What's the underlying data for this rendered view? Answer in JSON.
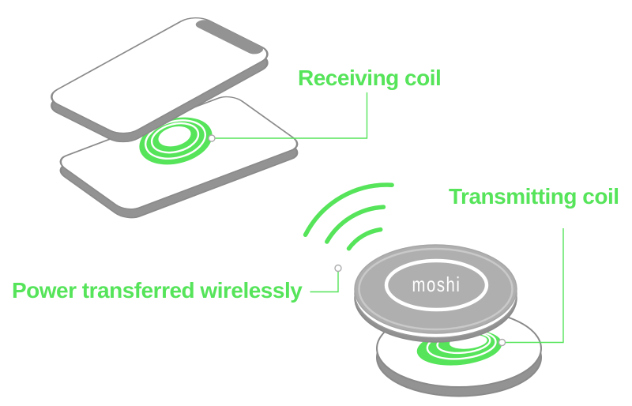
{
  "labels": {
    "receiving_coil": "Receiving coil",
    "transmitting_coil": "Transmitting coil",
    "power_transfer": "Power transferred wirelessly"
  },
  "brand": {
    "logo_text": "moshi"
  },
  "colors": {
    "accent_green": "#56E45A",
    "line_gray": "#8A8A8A",
    "surface_gray": "#939393",
    "pad_top_gray": "#AFAFAF",
    "rim_highlight": "#C9C9C9",
    "marker_stroke": "#ACACAC",
    "background": "#FFFFFF"
  }
}
